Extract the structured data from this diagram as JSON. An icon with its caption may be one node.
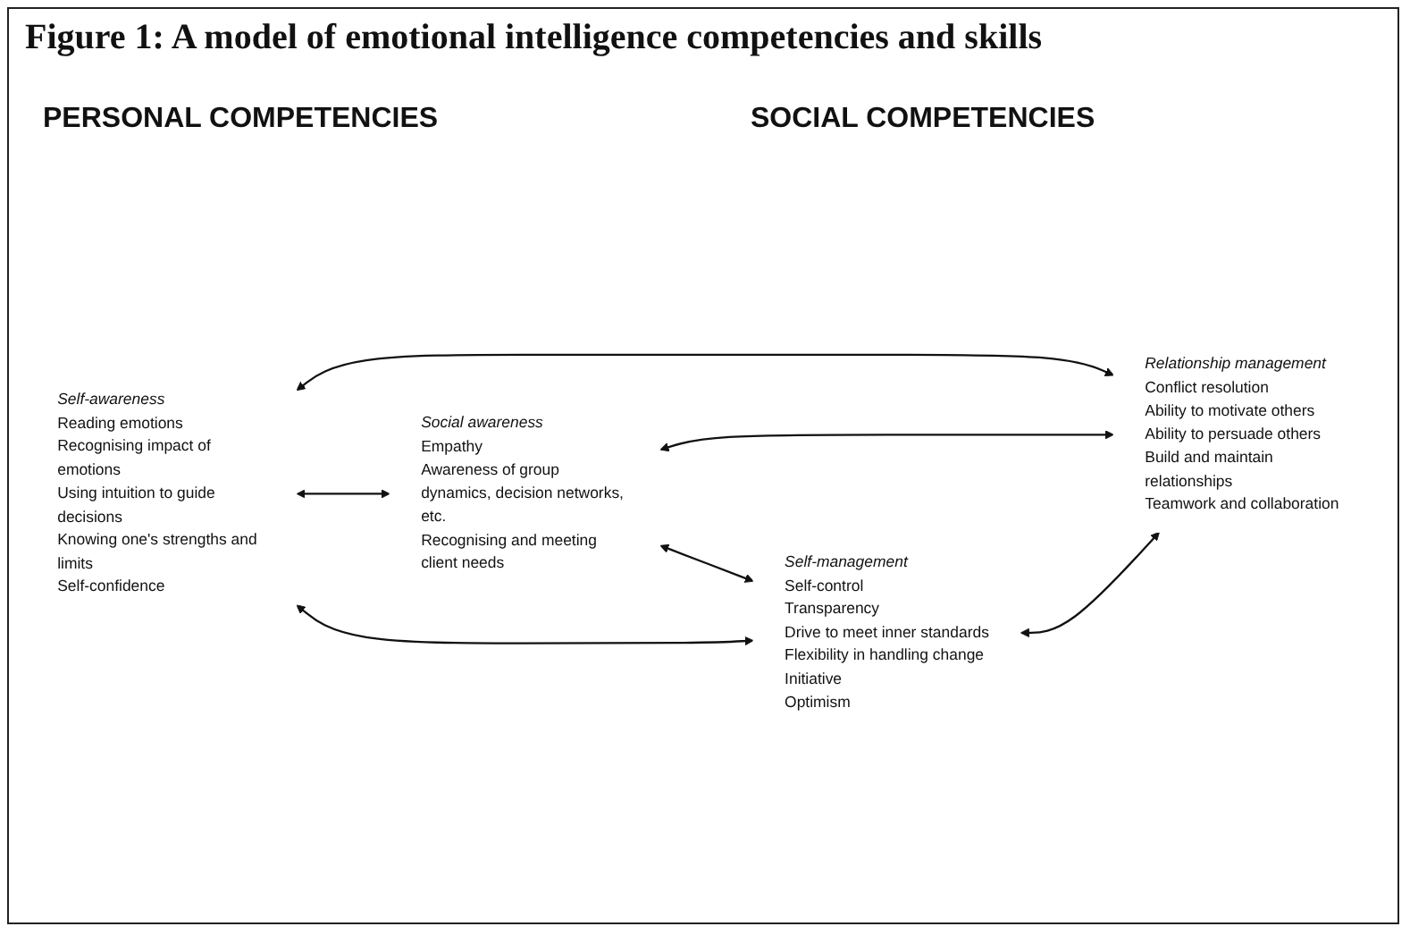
{
  "diagram": {
    "title": "Figure 1: A model of emotional intelligence competencies and skills",
    "nodes": [
      {
        "text": [
          "Self-awareness",
          "Reading emotions",
          "Recognising impact of emotions",
          "Using intuition to guide decisions",
          "Knowing one's strengths and limits",
          "Self-confidence"
        ]
      },
      {
        "text": [
          "Social awareness",
          "Empathy",
          "Awareness of group dynamics, decision networks, etc.",
          "Recognising and meeting client needs"
        ]
      },
      {
        "text": [
          "Self-management",
          "Self-control",
          "Transparency",
          "Drive to meet inner standards",
          "Flexibility in handling change",
          "Initiative",
          "Optimism"
        ]
      },
      {
        "text": [
          "Relationship management",
          "Conflict resolution",
          "Ability to motivate others",
          "Ability to persuade others",
          "Build and maintain relationships",
          "Teamwork and collaboration"
        ]
      }
    ],
    "edges": [
      {
        "from": 0,
        "to": 1,
        "arrow": "both"
      },
      {
        "from": 0,
        "to": 3,
        "arrow": "both"
      },
      {
        "from": 1,
        "to": 2,
        "arrow": "both"
      },
      {
        "from": 0,
        "to": 2,
        "arrow": "both"
      },
      {
        "from": 1,
        "to": 3,
        "arrow": "both"
      },
      {
        "from": 2,
        "to": 3,
        "arrow": "both"
      }
    ],
    "labels": [
      "PERSONAL COMPETENCIES",
      "SOCIAL COMPETENCIES"
    ]
  }
}
